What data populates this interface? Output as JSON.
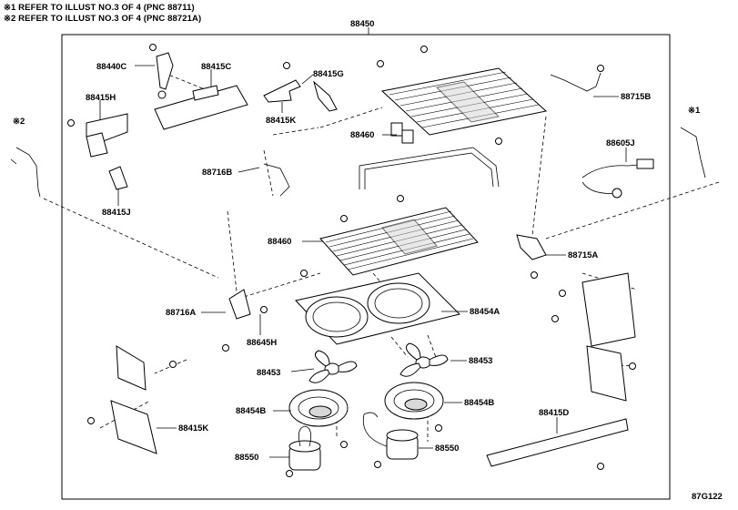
{
  "notes": [
    "※1 REFER TO ILLUST NO.3 OF 4 (PNC 88711)",
    "※2 REFER TO ILLUST NO.3 OF 4 (PNC 88721A)"
  ],
  "assembly_label": "88450",
  "callouts": {
    "c88440C": "88440C",
    "c88415C": "88415C",
    "c88415G": "88415G",
    "c88415K_top": "88415K",
    "c88415H": "88415H",
    "c88415J": "88415J",
    "c88460_top": "88460",
    "c88715B": "88715B",
    "c88605J": "88605J",
    "c88716B": "88716B",
    "c88460_mid": "88460",
    "c88715A": "88715A",
    "c88716A": "88716A",
    "c88645H": "88645H",
    "c88454A": "88454A",
    "c88453_left": "88453",
    "c88453_right": "88453",
    "c88454B_left": "88454B",
    "c88454B_right": "88454B",
    "c88415K_bottom": "88415K",
    "c88415D": "88415D",
    "c88550_left": "88550",
    "c88550_right": "88550"
  },
  "refs": {
    "ref2": "※2",
    "ref1": "※1"
  },
  "figure_code": "87G122"
}
